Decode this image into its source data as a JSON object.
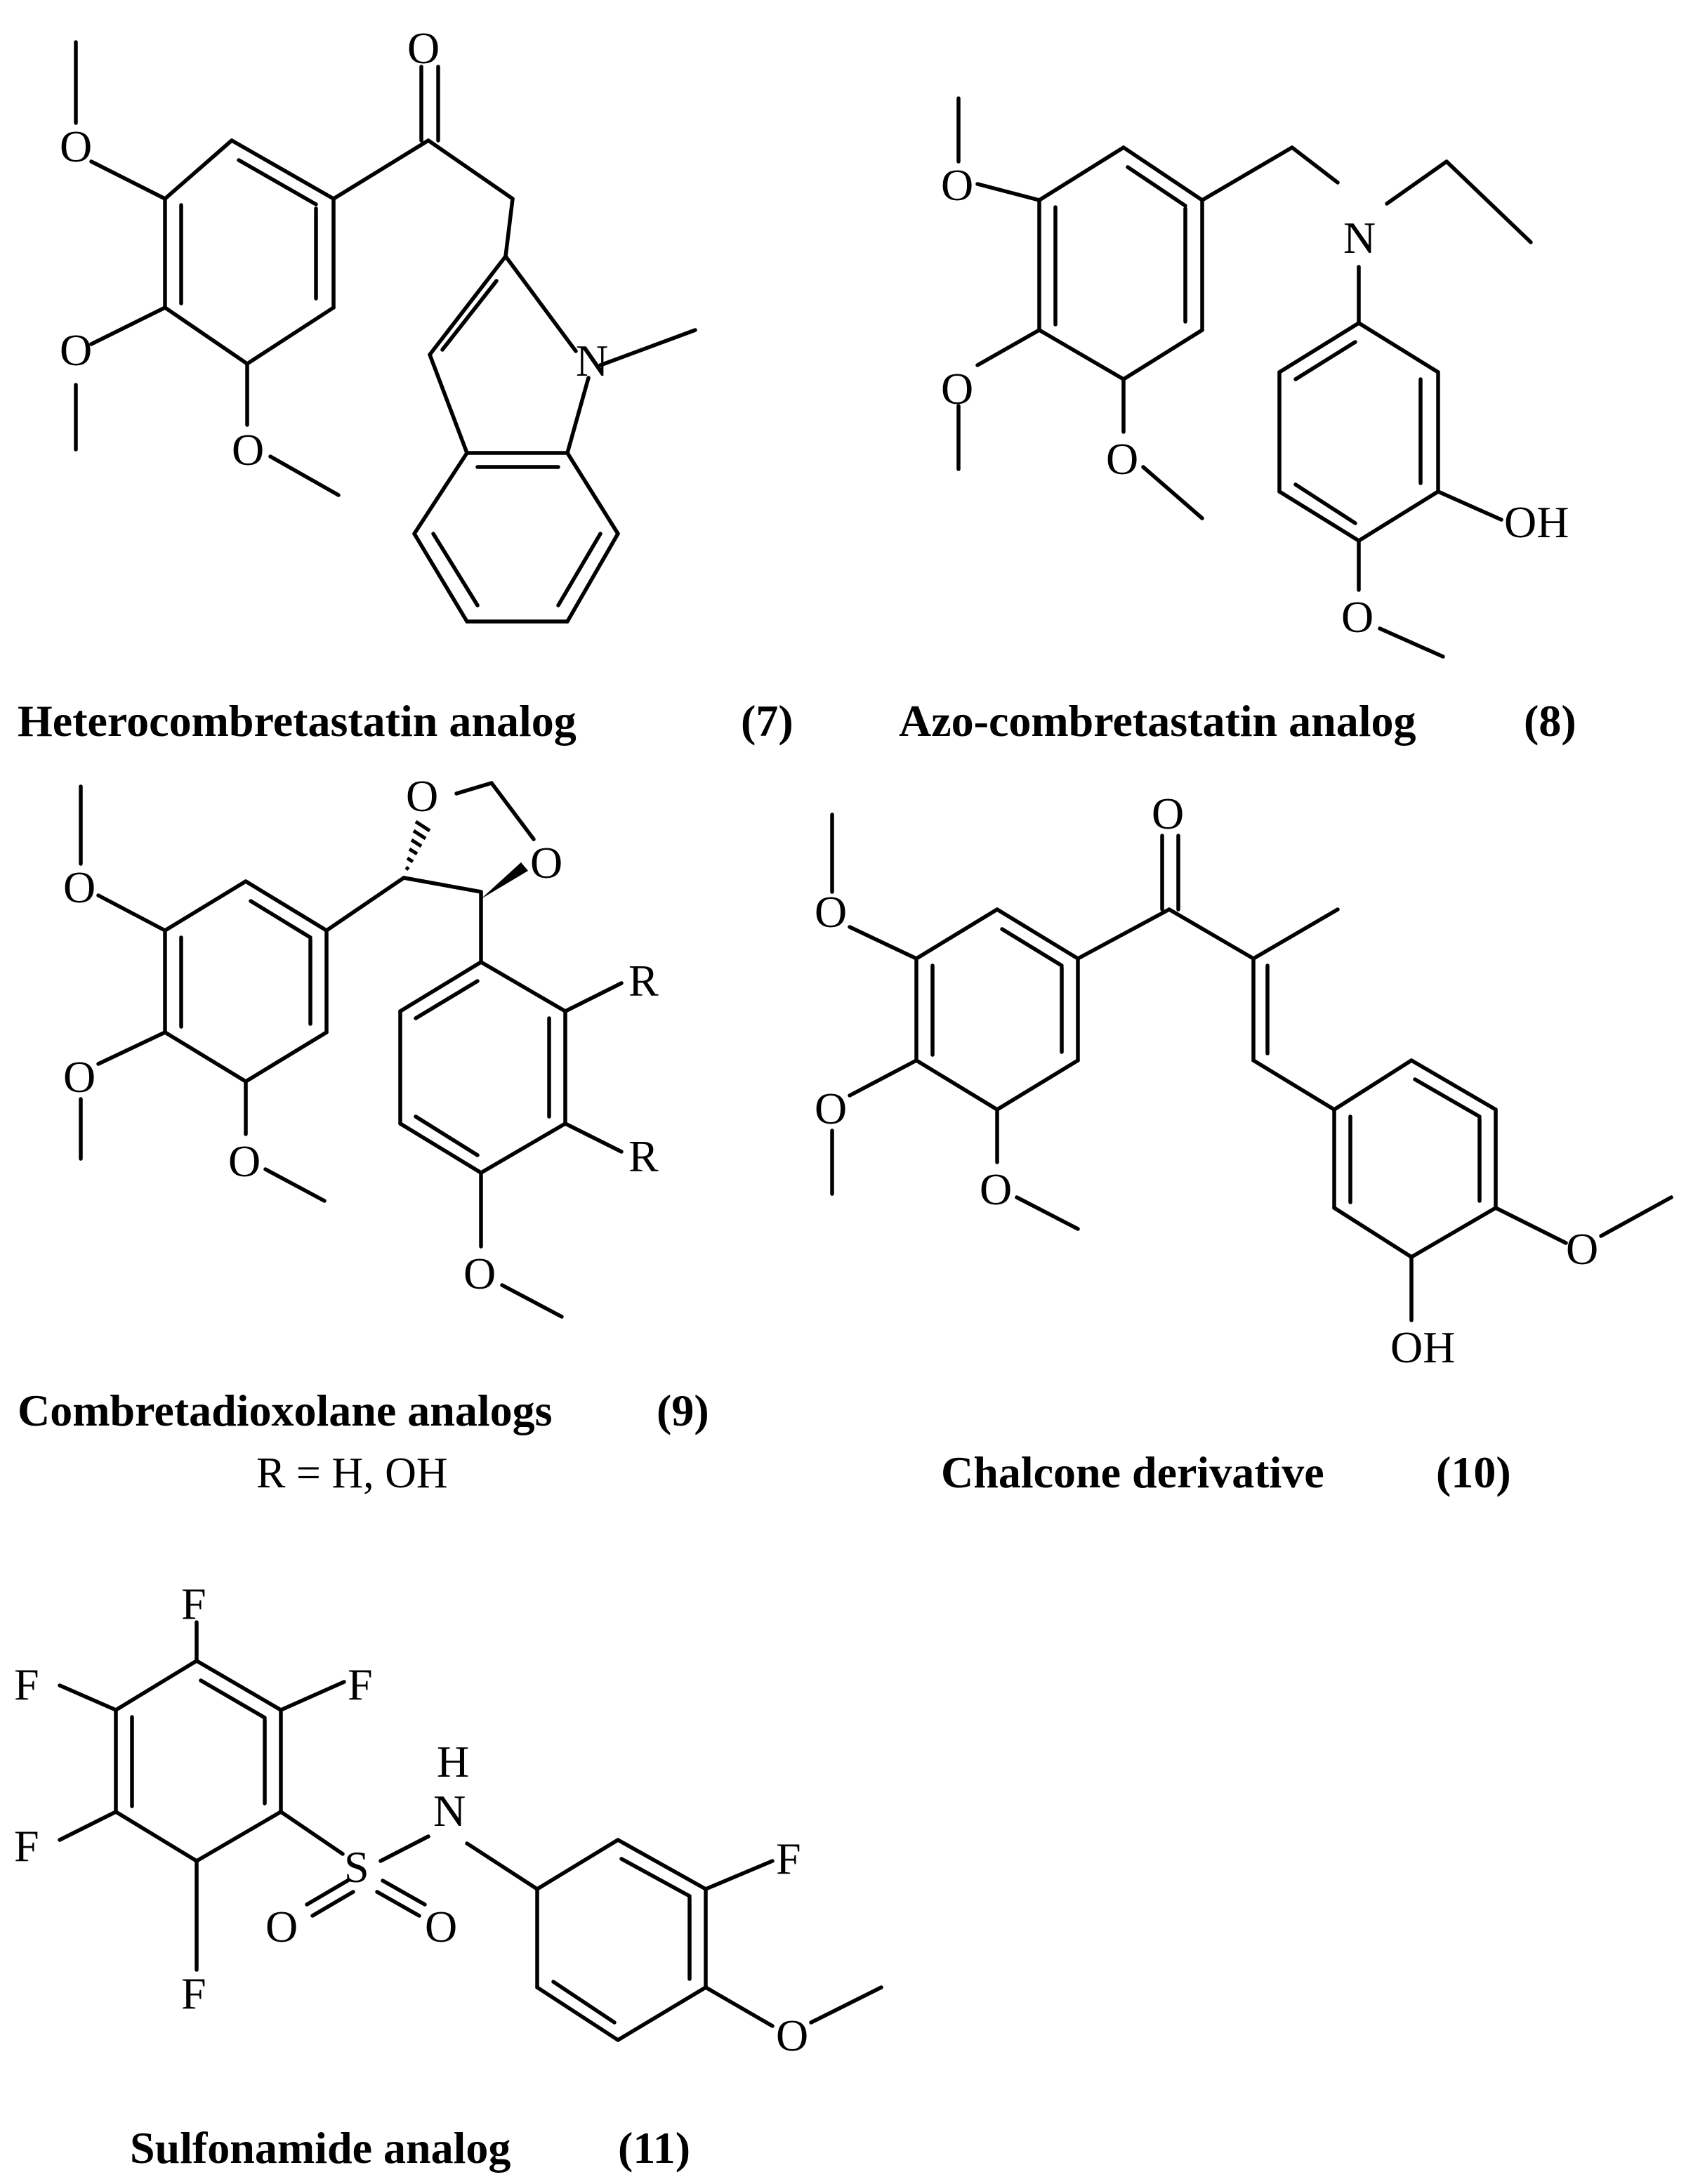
{
  "compounds": [
    {
      "id": "c7",
      "name": "Heterocombretastatin analog",
      "number": "(7)"
    },
    {
      "id": "c8",
      "name": "Azo-combretastatin analog",
      "number": "(8)"
    },
    {
      "id": "c9",
      "name": "Combretadioxolane analogs",
      "number": "(9)",
      "note": "R = H, OH"
    },
    {
      "id": "c10",
      "name": "Chalcone derivative",
      "number": "(10)"
    },
    {
      "id": "c11",
      "name": "Sulfonamide analog",
      "number": "(11)"
    }
  ],
  "atom_labels": {
    "oxygen": "O",
    "nitrogen": "N",
    "fluorine": "F",
    "sulfur": "S",
    "hydrogen": "H",
    "hydroxyl": "OH",
    "r_group": "R"
  }
}
